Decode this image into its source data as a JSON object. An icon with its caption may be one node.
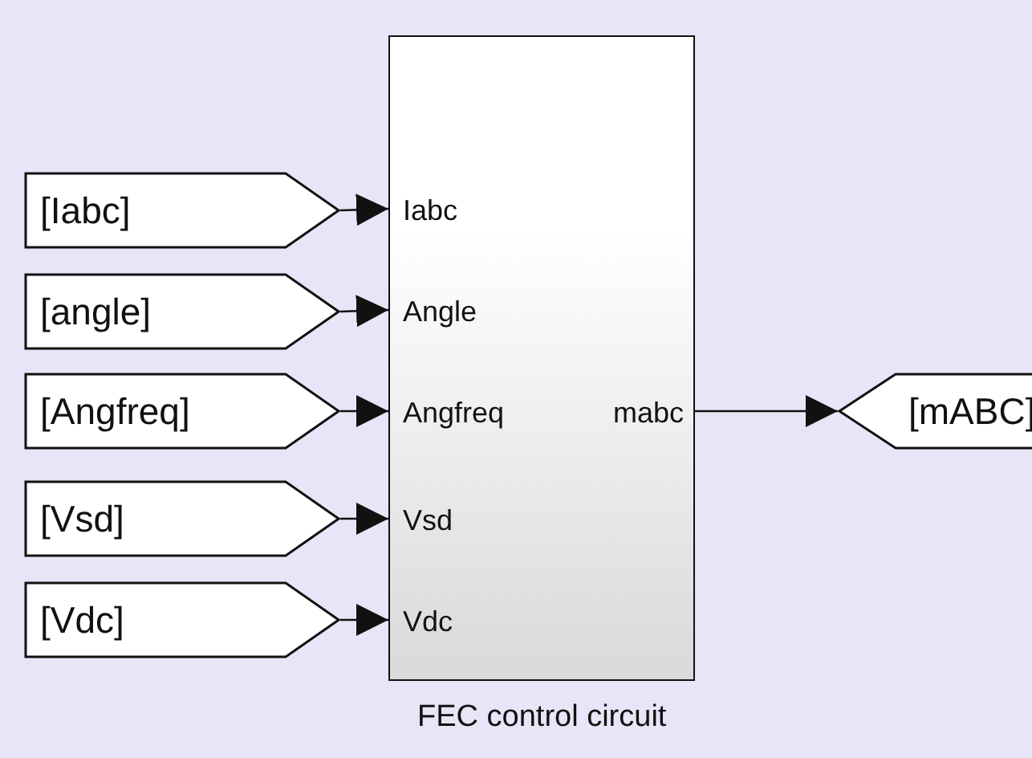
{
  "diagram": {
    "nodes": [
      {
        "text": [
          "[Iabc]"
        ]
      },
      {
        "text": [
          "[angle]"
        ]
      },
      {
        "text": [
          "[Angfreq]"
        ]
      },
      {
        "text": [
          "[Vsd]"
        ]
      },
      {
        "text": [
          "[Vdc]"
        ]
      },
      {
        "text": [
          "Iabc",
          "Angle",
          "Angfreq",
          "Vsd",
          "Vdc",
          "mabc"
        ],
        "beside": [
          "FEC control circuit"
        ]
      },
      {
        "text": [
          "[mABC]"
        ]
      }
    ],
    "edges": [
      {
        "from": 0,
        "to": 5,
        "arrow": "to"
      },
      {
        "from": 1,
        "to": 5,
        "arrow": "to"
      },
      {
        "from": 2,
        "to": 5,
        "arrow": "to"
      },
      {
        "from": 3,
        "to": 5,
        "arrow": "to"
      },
      {
        "from": 4,
        "to": 5,
        "arrow": "to"
      },
      {
        "from": 5,
        "to": 6,
        "arrow": "to"
      }
    ]
  }
}
